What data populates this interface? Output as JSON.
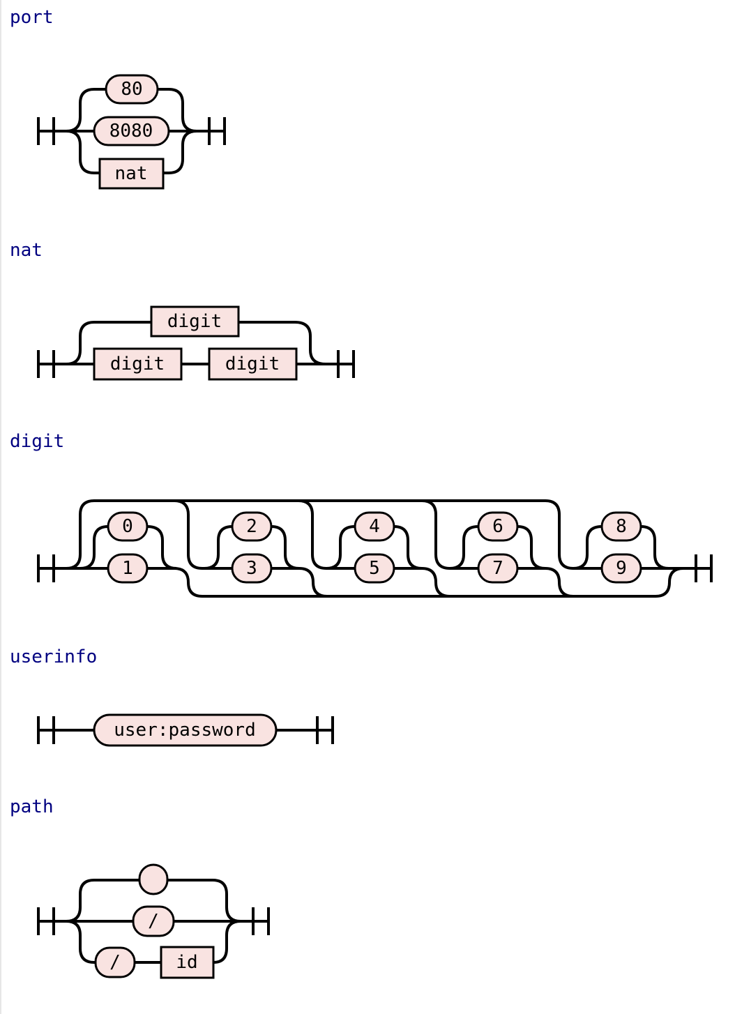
{
  "rules": {
    "port": {
      "title": "port",
      "terminals": [
        "80",
        "8080"
      ],
      "nonterminals": [
        "nat"
      ]
    },
    "nat": {
      "title": "nat",
      "top_nonterminal": "digit",
      "seq_nonterminals": [
        "digit",
        "digit"
      ]
    },
    "digit": {
      "title": "digit",
      "terminals": [
        "0",
        "1",
        "2",
        "3",
        "4",
        "5",
        "6",
        "7",
        "8",
        "9"
      ]
    },
    "userinfo": {
      "title": "userinfo",
      "terminal": "user:password"
    },
    "path": {
      "title": "path",
      "empty_terminal": "",
      "slash_terminal": "/",
      "seq_terminal": "/",
      "seq_nonterminal": "id"
    }
  }
}
